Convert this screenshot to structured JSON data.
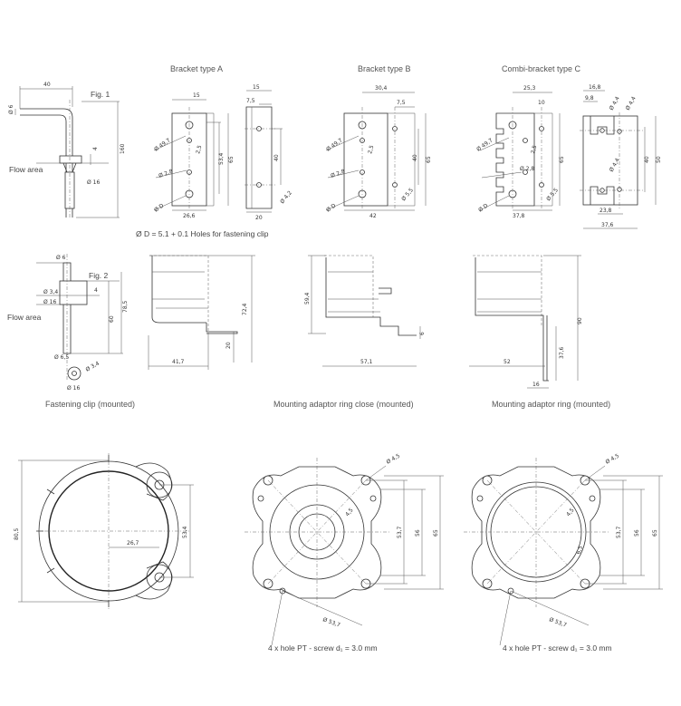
{
  "titles": {
    "bracket_a": "Bracket type A",
    "bracket_b": "Bracket type B",
    "combi_c": "Combi-bracket type C",
    "fastening_clip": "Fastening clip (mounted)",
    "ring_close": "Mounting adaptor ring close (mounted)",
    "ring": "Mounting adaptor ring (mounted)"
  },
  "labels": {
    "fig1": "Fig. 1",
    "fig2": "Fig. 2",
    "flow_area_1": "Flow area",
    "flow_area_2": "Flow area",
    "hole_note": "Ø D = 5.1 + 0.1 Holes for fastening clip",
    "screw_note_1": "4 x hole PT - screw d₁ = 3.0 mm",
    "screw_note_2": "4 x hole PT - screw d₁ = 3.0 mm"
  },
  "dims": {
    "fig1": [
      "Ø 6",
      "40",
      "Ø 16",
      "4",
      "160"
    ],
    "bracket_a": [
      "15",
      "Ø 49,7",
      "2,5",
      "Ø 2,8",
      "Ø D",
      "26,6",
      "53,4",
      "65",
      "15",
      "7,5",
      "40",
      "20",
      "Ø 4,2"
    ],
    "bracket_b": [
      "30,4",
      "7,5",
      "Ø 49,7",
      "2,5",
      "Ø 2,8",
      "Ø D",
      "42",
      "40",
      "65",
      "Ø 5,5"
    ],
    "combi_c": [
      "25,3",
      "10",
      "Ø 49,7",
      "2,5",
      "Ø 2,8",
      "Ø D",
      "37,8",
      "65",
      "Ø 5,5",
      "16,8",
      "9,8",
      "Ø 4,4",
      "Ø 4,4",
      "Ø 4,4",
      "50",
      "40",
      "23,8",
      "37,6"
    ],
    "fig2": [
      "Ø 6",
      "Ø 3,4",
      "Ø 16",
      "4",
      "60",
      "78,5",
      "Ø 6,5",
      "Ø 3,4",
      "Ø 16"
    ],
    "side_views": [
      "72,4",
      "20",
      "41,7",
      "59,4",
      "6",
      "57,1",
      "90",
      "37,6",
      "52",
      "16"
    ],
    "fastening_clip": [
      "80,5",
      "26,7",
      "53,4"
    ],
    "ring_close": [
      "Ø 4,5",
      "4,5",
      "53,7",
      "56",
      "65",
      "Ø 53,7"
    ],
    "ring": [
      "Ø 4,5",
      "4,5",
      "53,7",
      "56",
      "65",
      "Ø 53,7",
      "6,5"
    ]
  }
}
